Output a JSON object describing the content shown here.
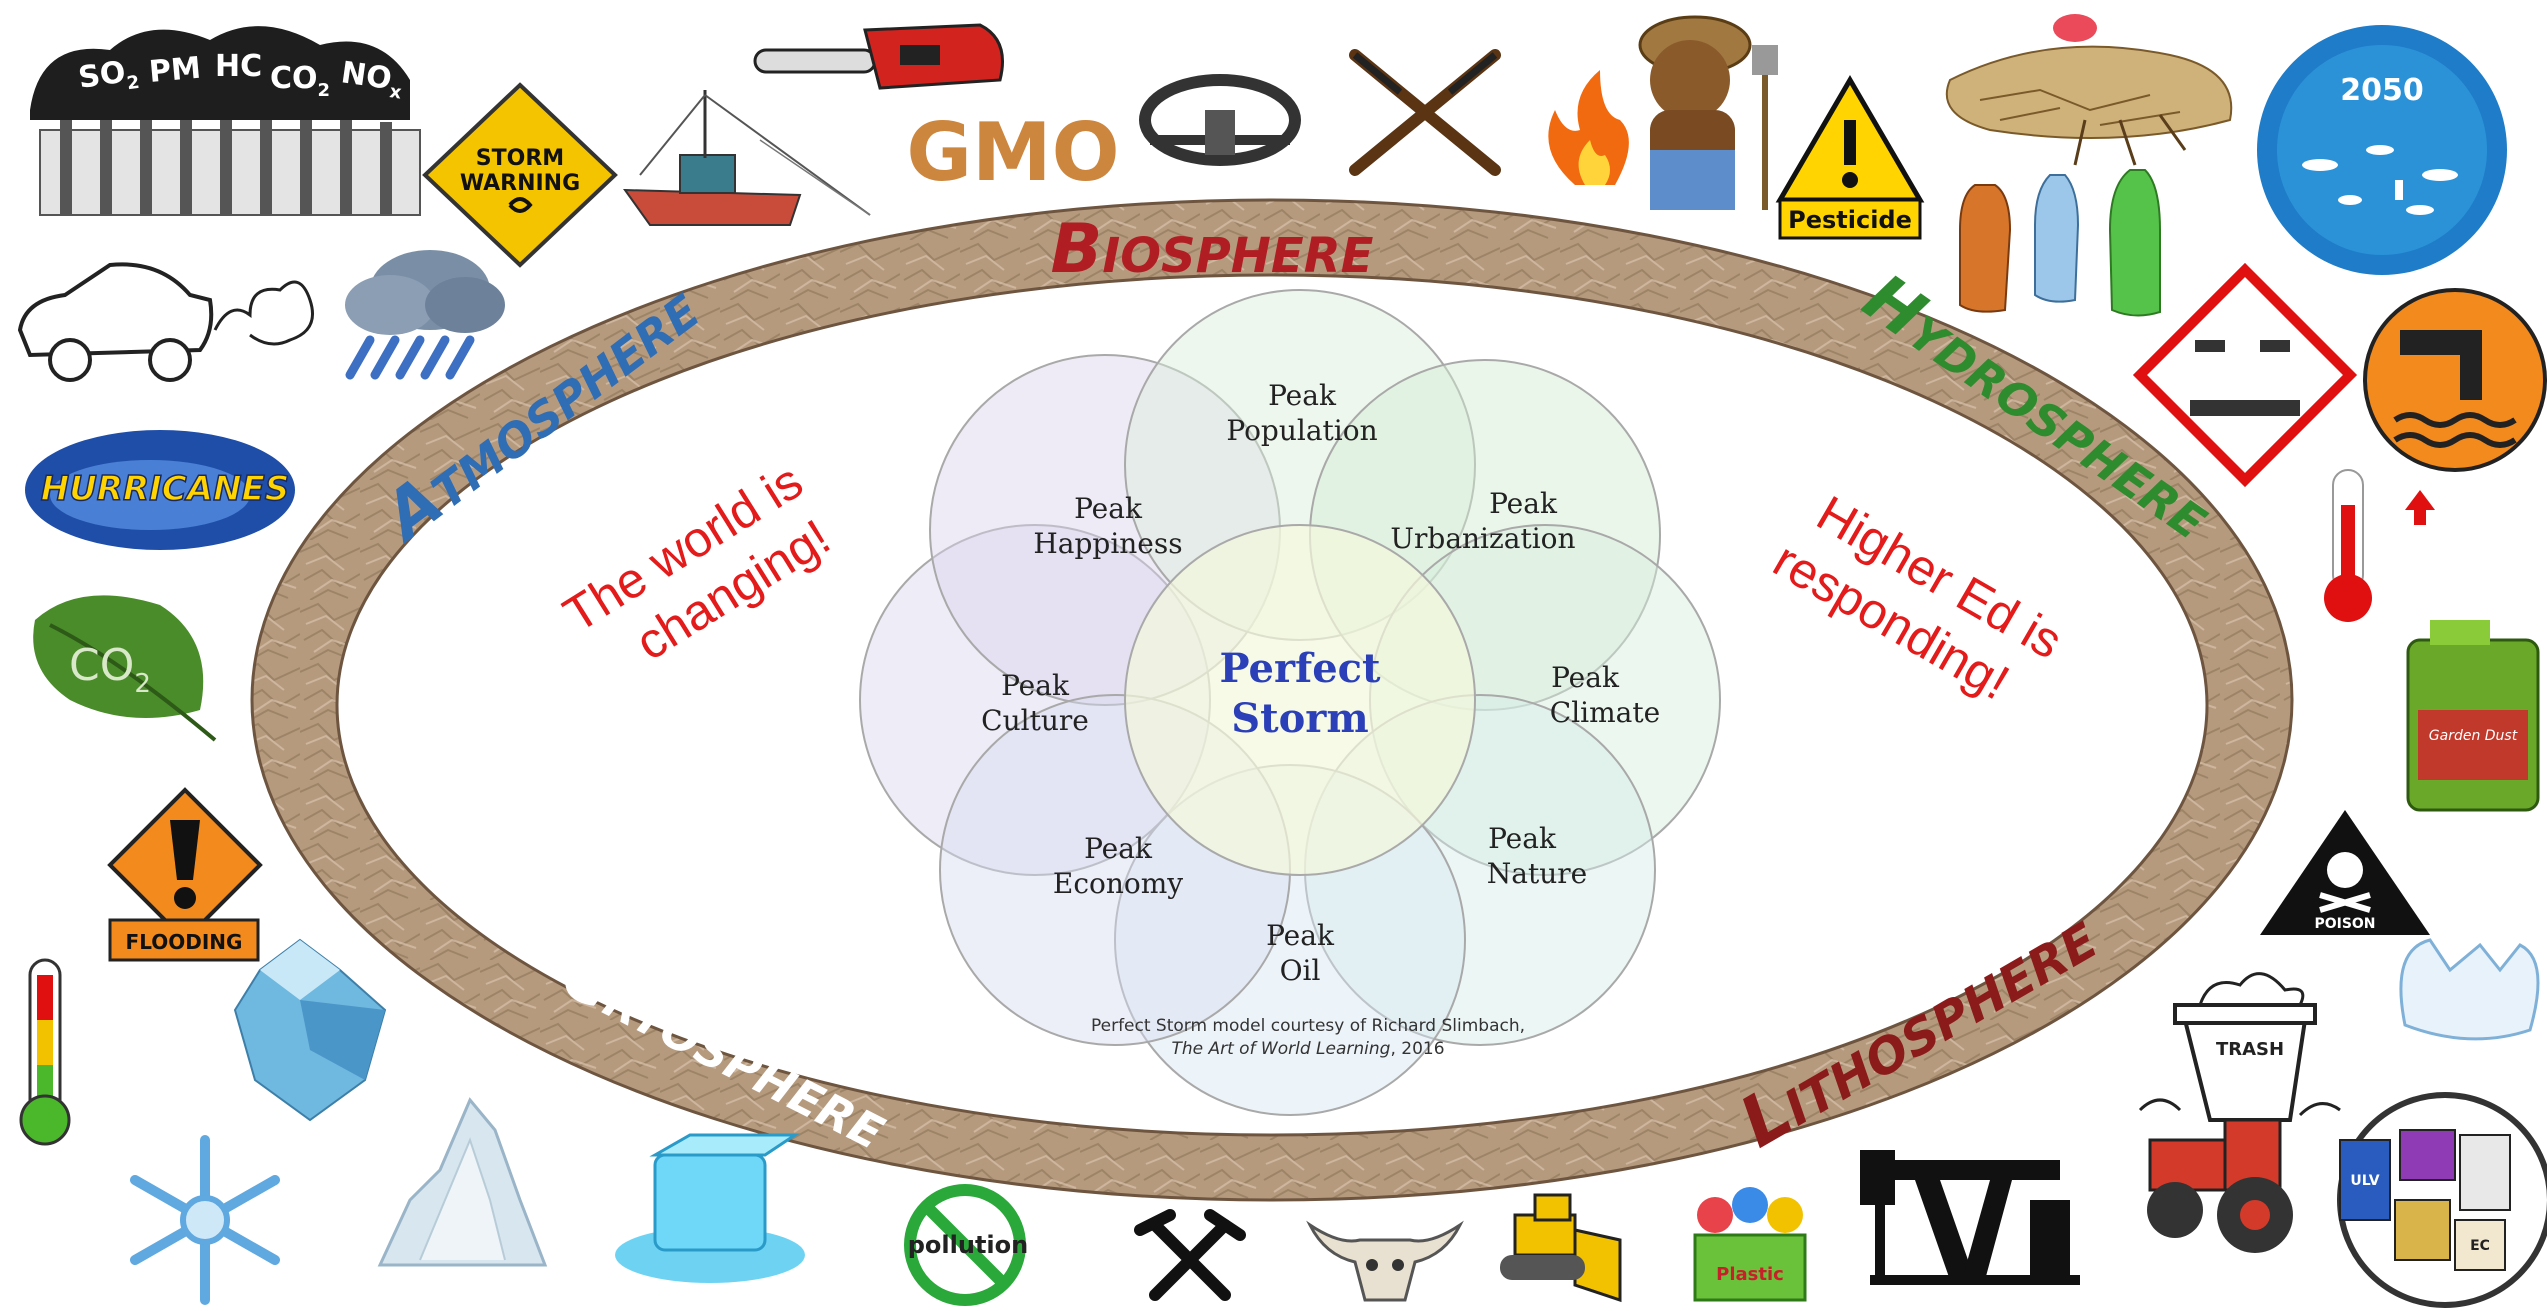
{
  "spheres": {
    "biosphere": "Biosphere",
    "atmosphere": "Atmosphere",
    "hydrosphere": "Hydrosphere",
    "cryosphere": "Cryosphere",
    "lithosphere": "Lithosphere"
  },
  "messages": {
    "world_line1": "The world is",
    "world_line2": "changing!",
    "higher_line1": "Higher Ed is",
    "higher_line2": "responding!"
  },
  "venn": {
    "center_line1": "Perfect",
    "center_line2": "Storm",
    "petals": {
      "population": [
        "Peak",
        "Population"
      ],
      "urbanization": [
        "Peak",
        "Urbanization"
      ],
      "climate": [
        "Peak",
        "Climate"
      ],
      "nature": [
        "Peak",
        "Nature"
      ],
      "oil": [
        "Peak",
        "Oil"
      ],
      "economy": [
        "Peak",
        "Economy"
      ],
      "culture": [
        "Peak",
        "Culture"
      ],
      "happiness": [
        "Peak",
        "Happiness"
      ]
    },
    "credit_line1": "Perfect Storm model courtesy of Richard Slimbach,",
    "credit_line2_title": "The Art of World Learning",
    "credit_line2_year": ", 2016"
  },
  "icon_labels": {
    "so2": "SO",
    "so2_sub": "2",
    "pm": "PM",
    "hc": "HC",
    "co2": "CO",
    "co2_sub": "2",
    "nox": "NO",
    "nox_sub": "x",
    "storm_line1": "STORM",
    "storm_line2": "WARNING",
    "gmo": "GMO",
    "hurricanes": "HURRICANES",
    "co2_leaf": "CO",
    "co2_leaf_sub": "2",
    "flooding": "FLOODING",
    "pesticide": "Pesticide",
    "year_2050": "2050",
    "poison": "POISON",
    "pollution": "pollution",
    "plastic": "Plastic",
    "trash": "TRASH",
    "ulv": "ULV",
    "ec": "EC",
    "garden_dust": "Garden Dust"
  },
  "colors": {
    "biosphere": "#b01e23",
    "atmosphere": "#2f6db5",
    "hydrosphere": "#2e8b2e",
    "cryosphere": "#ffffff",
    "lithosphere": "#8b1a1a",
    "message_red": "#e31b1b",
    "ring": "#b79b80",
    "venn_title": "#2a3fb8"
  }
}
